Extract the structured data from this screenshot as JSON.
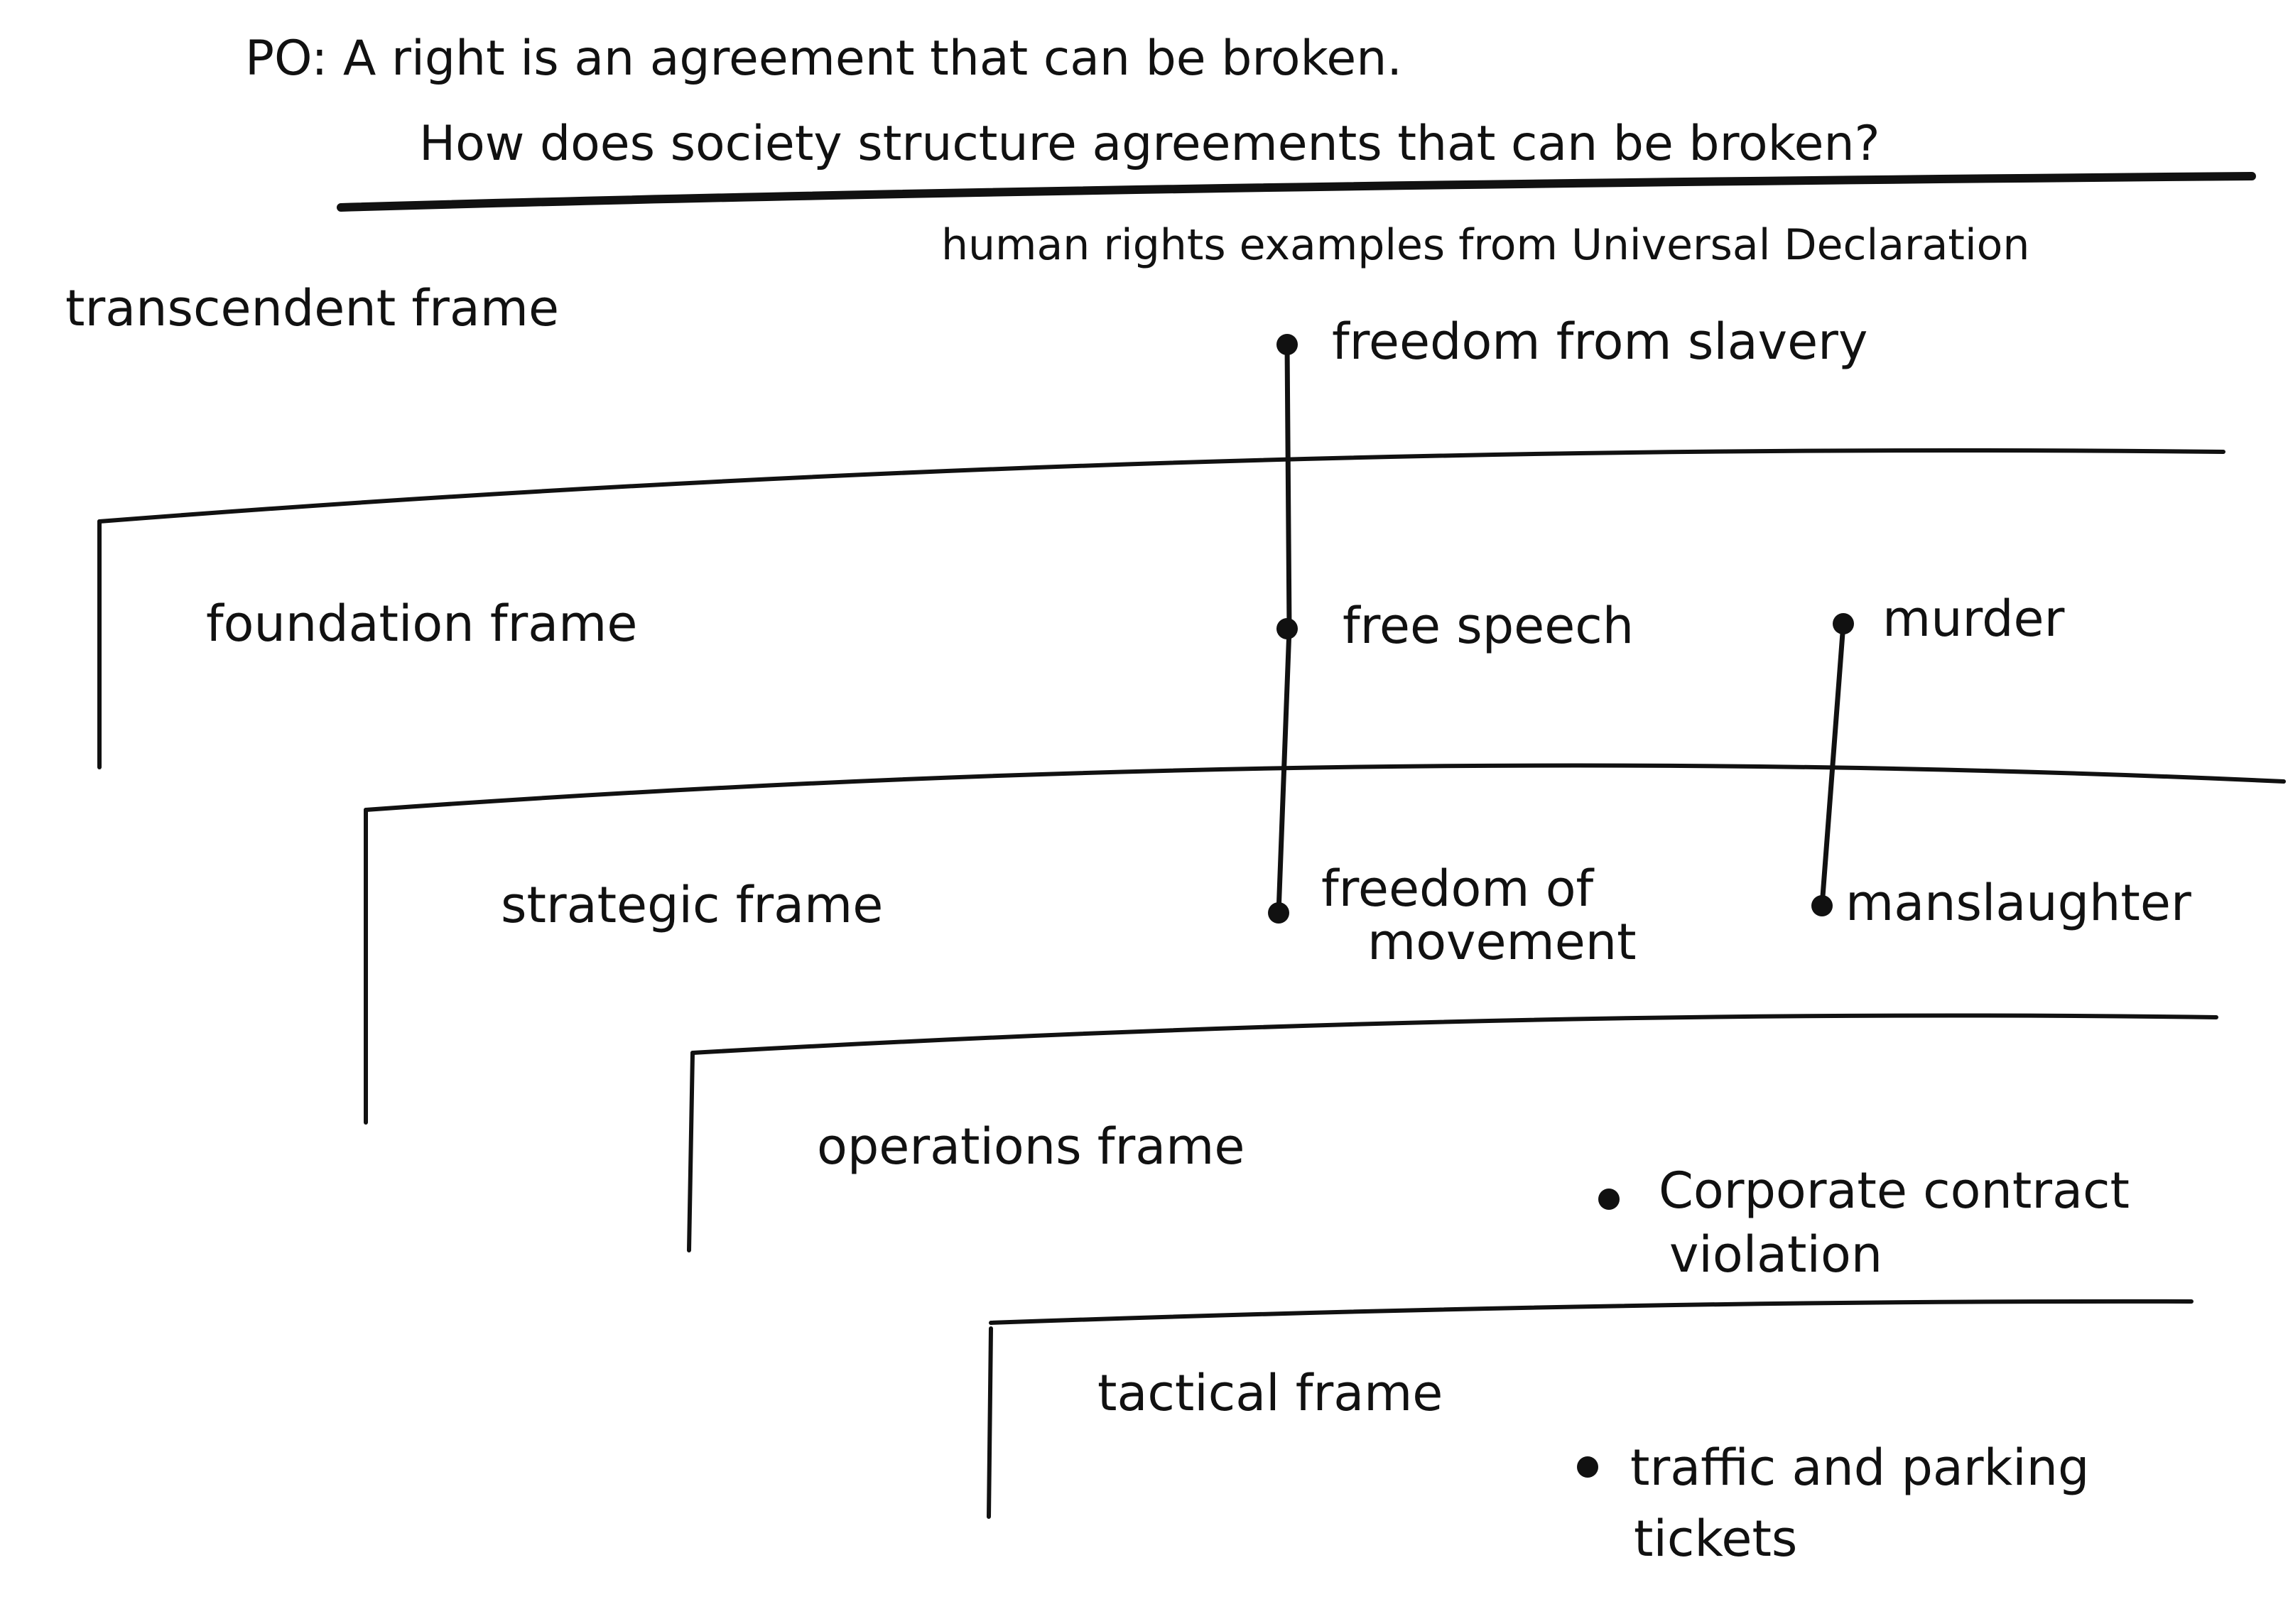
{
  "title": {
    "line1": "PO: A right is an agreement that can be broken.",
    "line2": "How does society structure agreements that can be broken?"
  },
  "examples_header": "human rights examples from Universal Declaration",
  "frames": [
    {
      "id": "transcendent",
      "label": "transcendent frame"
    },
    {
      "id": "foundation",
      "label": "foundation frame"
    },
    {
      "id": "strategic",
      "label": "strategic frame"
    },
    {
      "id": "operations",
      "label": "operations frame"
    },
    {
      "id": "tactical",
      "label": "tactical frame"
    }
  ],
  "examples": {
    "freedom_from_slavery": "freedom from slavery",
    "free_speech": "free speech",
    "murder": "murder",
    "freedom_of_movement_line1": "freedom of",
    "freedom_of_movement_line2": "movement",
    "manslaughter": "manslaughter",
    "corporate_contract_line1": "Corporate contract",
    "corporate_contract_line2": "violation",
    "traffic_tickets_line1": "traffic and parking",
    "traffic_tickets_line2": "tickets"
  },
  "colors": {
    "ink": "#111111",
    "paper": "#ffffff"
  }
}
